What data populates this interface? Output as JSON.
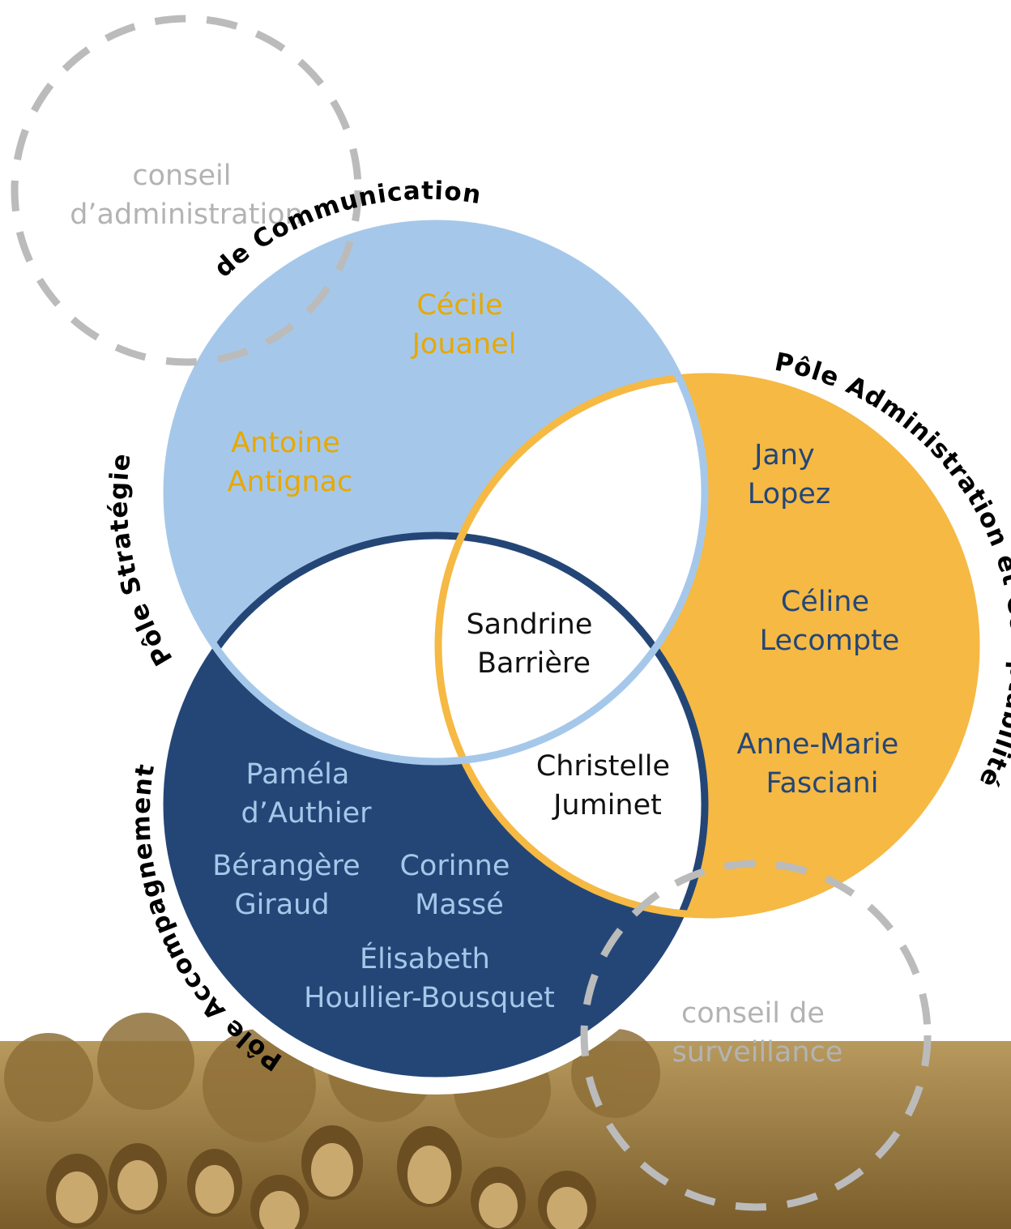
{
  "colors": {
    "communication_fill": "#a5c8ea",
    "communication_stroke": "#a5c8ea",
    "administration_fill": "#f5b944",
    "administration_stroke": "#f5b944",
    "accompagnement_fill": "#244677",
    "accompagnement_stroke": "#244677",
    "dashed_circle": "#bbbbbb",
    "conseil_text": "#b3b3b3",
    "name_on_blue": "#e8a800",
    "name_on_orange": "#244677",
    "name_on_navy": "#a5c8ea",
    "name_center": "#111111",
    "photo_tone": "#a8864a"
  },
  "conseils": {
    "administration": {
      "line1": "conseil",
      "line2": "d’administration"
    },
    "surveillance": {
      "line1": "conseil de",
      "line2": "surveillance"
    }
  },
  "poles": {
    "communication": {
      "label_part1": "Pôle Stratégie",
      "label_part2": "de Communication"
    },
    "administration": {
      "label": "Pôle Administration et Comptabilité"
    },
    "accompagnement": {
      "label": "Pôle Accompagnement"
    }
  },
  "people": {
    "cecile": {
      "line1": "Cécile",
      "line2": "Jouanel"
    },
    "antoine": {
      "line1": "Antoine",
      "line2": "Antignac"
    },
    "jany": {
      "line1": "Jany",
      "line2": "Lopez"
    },
    "celine": {
      "line1": "Céline",
      "line2": "Lecompte"
    },
    "annemarie": {
      "line1": "Anne-Marie",
      "line2": "Fasciani"
    },
    "sandrine": {
      "line1": "Sandrine",
      "line2": "Barrière"
    },
    "christelle": {
      "line1": "Christelle",
      "line2": "Juminet"
    },
    "pamela": {
      "line1": "Paméla",
      "line2": "d’Authier"
    },
    "berangere": {
      "line1": "Bérangère",
      "line2": "Giraud"
    },
    "corinne": {
      "line1": "Corinne",
      "line2": "Massé"
    },
    "elisabeth": {
      "line1": "Élisabeth",
      "line2": "Houllier-Bousquet"
    }
  },
  "photo": {
    "description_icon": "team-photo"
  }
}
